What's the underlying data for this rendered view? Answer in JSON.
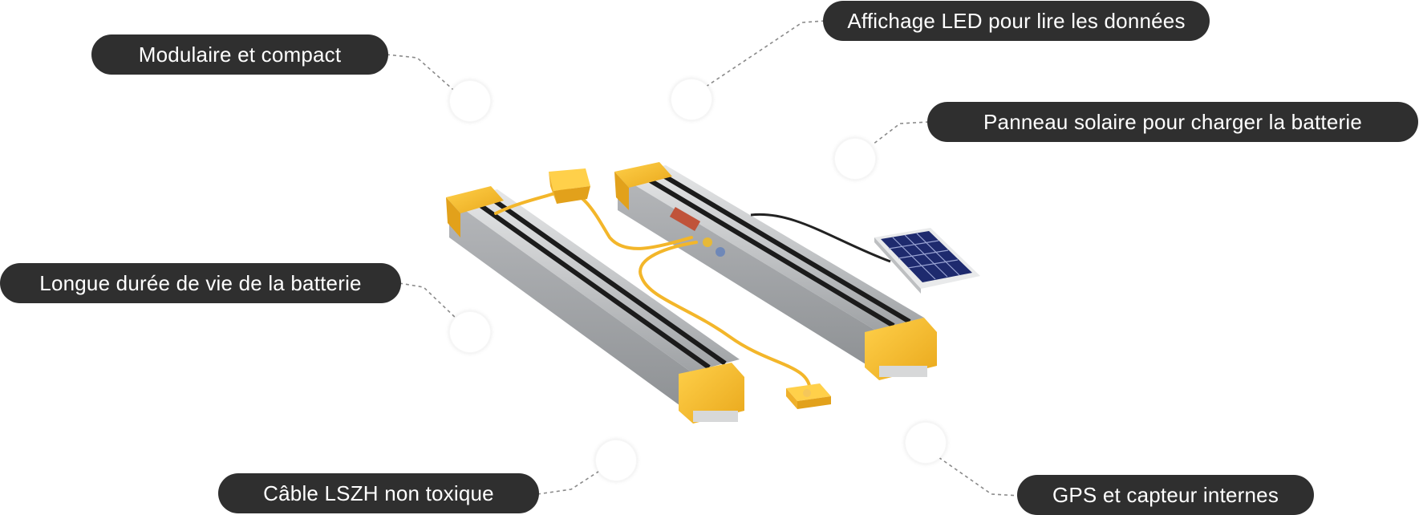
{
  "features": {
    "modular": "Modulaire et compact",
    "led_display": "Affichage LED pour lire les données",
    "solar_panel": "Panneau solaire pour charger la batterie",
    "battery_life": "Longue durée de vie de la batterie",
    "cable": "Câble LSZH non toxique",
    "gps": "GPS et capteur internes"
  },
  "colors": {
    "pill_background": "#2f2f2f",
    "pill_text": "#ffffff",
    "accent_yellow": "#f5b82e",
    "rail_aluminium": "#bfc1c3",
    "solar_cell": "#1e2a6e"
  }
}
